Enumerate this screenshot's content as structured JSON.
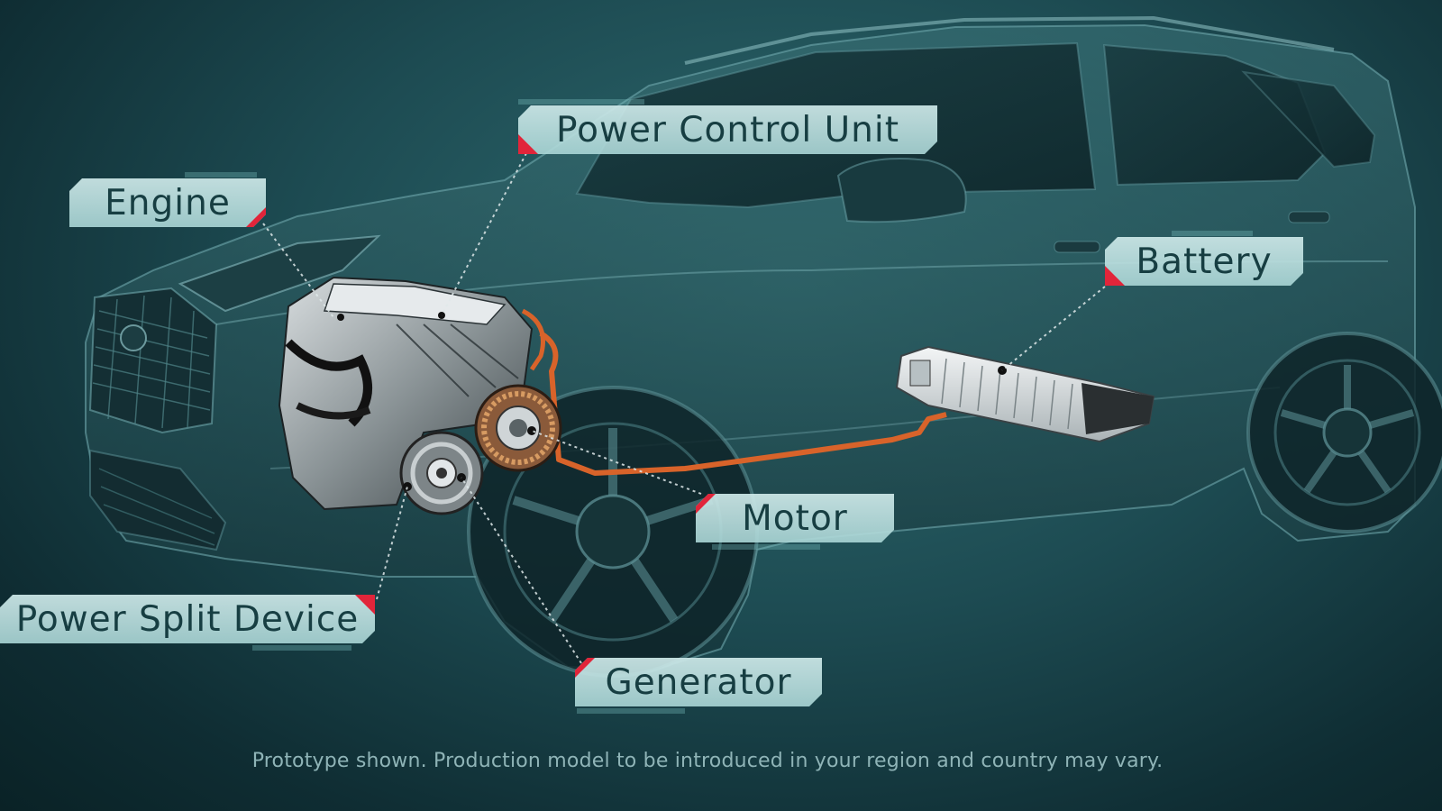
{
  "labels": {
    "engine": "Engine",
    "pcu": "Power Control Unit",
    "battery": "Battery",
    "motor": "Motor",
    "psd": "Power Split Device",
    "generator": "Generator"
  },
  "disclaimer": "Prototype shown. Production model to be introduced in your region and country may vary.",
  "colors": {
    "accent": "#e1253a",
    "label_bg": "#c9e5e5",
    "cable": "#d8632a",
    "background": "#1d4b52"
  }
}
